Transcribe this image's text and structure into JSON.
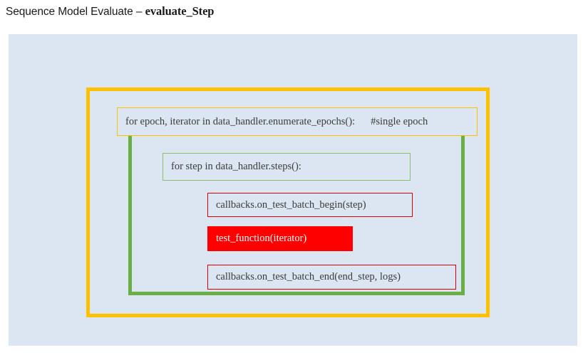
{
  "title": {
    "prefix": "Sequence Model Evaluate – ",
    "highlight": "evaluate_Step"
  },
  "colors": {
    "canvas_background": "#dce6f2",
    "outer_loop": "#ffc000",
    "inner_loop": "#6aae46",
    "inner_loop_box_border": "#8dc165",
    "callback_box_border": "#e00000",
    "active_step_fill": "#ff0000",
    "active_step_text": "#ffffff",
    "code_text": "#3b3b3b"
  },
  "diagram": {
    "outer_loop": {
      "header": "for epoch, iterator in data_handler.enumerate_epochs():",
      "comment": "#single epoch"
    },
    "inner_loop": {
      "header": "for step in data_handler.steps():"
    },
    "steps": [
      {
        "id": "on-test-batch-begin",
        "label": "callbacks.on_test_batch_begin(step)",
        "highlighted": false
      },
      {
        "id": "test-function",
        "label": "test_function(iterator)",
        "highlighted": true
      },
      {
        "id": "on-test-batch-end",
        "label": "callbacks.on_test_batch_end(end_step, logs)",
        "highlighted": false
      }
    ]
  }
}
